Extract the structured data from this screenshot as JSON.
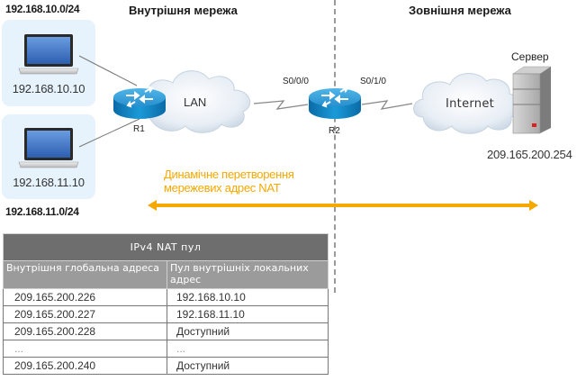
{
  "subnets": {
    "top": "192.168.10.0/24",
    "bottom": "192.168.11.0/24"
  },
  "zones": {
    "inside": "Внутрішня мережа",
    "outside": "Зовнішня мережа"
  },
  "hosts": [
    {
      "ip": "192.168.10.10",
      "icon": "laptop-icon"
    },
    {
      "ip": "192.168.11.10",
      "icon": "laptop-icon"
    }
  ],
  "routers": {
    "r1": "R1",
    "r2": "R2"
  },
  "interfaces": {
    "r2_left": "S0/0/0",
    "r2_right": "S0/1/0"
  },
  "clouds": {
    "lan": "LAN",
    "internet": "Internet"
  },
  "server": {
    "label": "Сервер",
    "ip": "209.165.200.254"
  },
  "nat": {
    "line1": "Динамічне перетворення",
    "line2": "мережевих адрес NAT",
    "color": "#f5a800"
  },
  "nat_table": {
    "title": "IPv4 NAT пул",
    "headers": [
      "Внутрішня глобальна адреса",
      "Пул внутрішніх локальних адрес"
    ],
    "rows": [
      [
        "209.165.200.226",
        "192.168.10.10"
      ],
      [
        "209.165.200.227",
        "192.168.11.10"
      ],
      [
        "209.165.200.228",
        "Доступний"
      ],
      [
        "...",
        "..."
      ],
      [
        "209.165.200.240",
        "Доступний"
      ]
    ]
  }
}
